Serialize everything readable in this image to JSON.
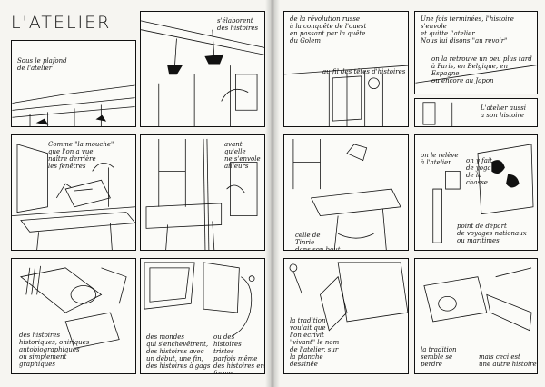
{
  "title": "L'ATELIER",
  "captions": {
    "p1": "Sous le plafond\nde l'atelier",
    "p2": "s'élaborent\ndes histoires",
    "p3": "de la révolution russe\nà la conquête de l'ouest\nen passant par la quête\ndu Golem",
    "p4": "Une fois terminées, l'histoire s'envole\net quitte l'atelier.\nNous lui disons \"au revoir\"",
    "p4b": "on la retrouve un peu plus tard\nà Paris, en Belgique, en Espagne\nou encore au Japon",
    "p3b": "au fil des têtes d'histoires",
    "p5": "Comme \"la mouche\"\nque l'on a vue\nnaître derrière\nles fenêtres",
    "p6": "avant qu'elle\nne s'envole\nailleurs",
    "p4c": "L'atelier aussi\na son histoire",
    "p7": "celle de\nTinrie\ndans son bout",
    "p8": "on le relève\nà l'atelier",
    "p8b": "on y fait\nde yoga\nde la\nchasse",
    "p8c": "point de départ\nde voyages nationaux\nou maritimes",
    "p9": "des histoires\nhistoriques, oniriques\nautobiographiques\nou simplement\ngraphiques",
    "p10": "des mondes\nqui s'enchevêtrent,\ndes histoires avec\nun début, une fin,\ndes histoires à gags",
    "p11": "ou des histoires\ntristes\nparfois même\ndes histoires en\nforme d'allumette\nsoufrée",
    "p12": "la tradition\nvoulait que\nl'on écrivit\n\"vivant\" le nom\nde l'atelier, sur\nla planche\ndessinée",
    "p13": "la tradition\nsemble se\nperdre",
    "p14": "mais ceci est\nune autre histoire"
  }
}
